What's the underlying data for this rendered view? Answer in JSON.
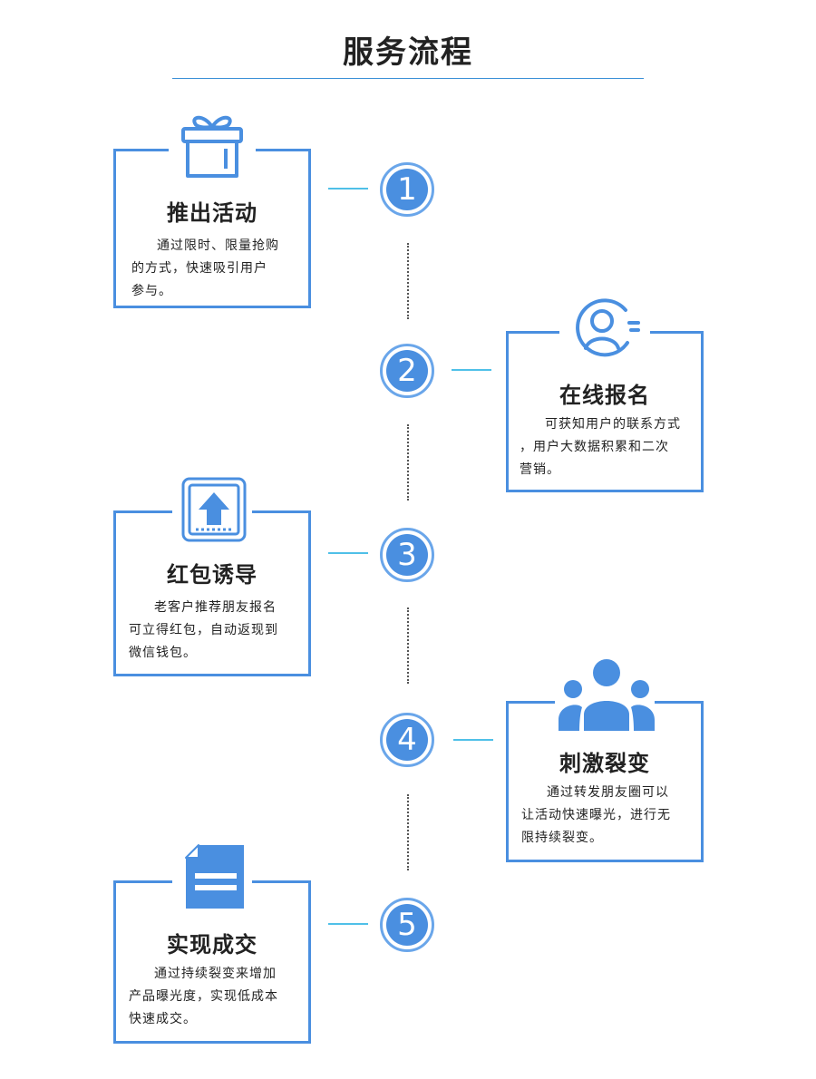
{
  "title": "服务流程",
  "colors": {
    "accent": "#4a8fe0",
    "connector": "#4fc0e8",
    "ring": "#6aa6ea"
  },
  "steps": [
    {
      "number": "1",
      "icon": "gift-icon",
      "title": "推出活动",
      "lines": [
        "通过限时、限量抢购",
        "的方式，快速吸引用户",
        "参与。"
      ]
    },
    {
      "number": "2",
      "icon": "user-icon",
      "title": "在线报名",
      "lines": [
        "可获知用户的联系方式",
        "，用户大数据积累和二次",
        "营销。"
      ]
    },
    {
      "number": "3",
      "icon": "upload-icon",
      "title": "红包诱导",
      "lines": [
        "老客户推荐朋友报名",
        "可立得红包，自动返现到",
        "微信钱包。"
      ]
    },
    {
      "number": "4",
      "icon": "group-icon",
      "title": "刺激裂变",
      "lines": [
        "通过转发朋友圈可以",
        "让活动快速曝光，进行无",
        "限持续裂变。"
      ]
    },
    {
      "number": "5",
      "icon": "document-icon",
      "title": "实现成交",
      "lines": [
        "通过持续裂变来增加",
        "产品曝光度，实现低成本",
        "快速成交。"
      ]
    }
  ]
}
